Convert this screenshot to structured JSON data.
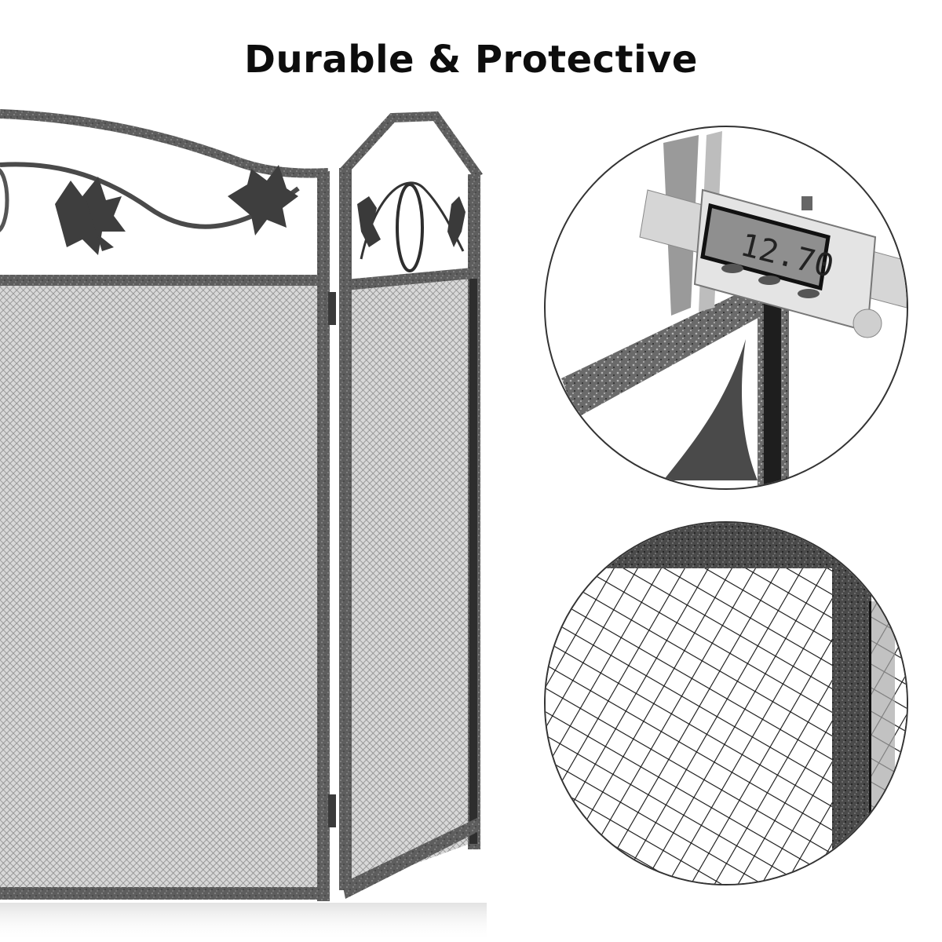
{
  "title": "Durable & Protective",
  "product": {
    "name": "3-panel fireplace screen",
    "finish_color": "#5a5a5a",
    "mesh_color": "#9a9a9a"
  },
  "detail_circles": [
    {
      "label": "caliper-measurement",
      "display_value": "12.70"
    },
    {
      "label": "mesh-closeup"
    }
  ],
  "colors": {
    "background": "#ffffff",
    "text": "#0d0d0d",
    "frame": "#5b5b5b",
    "frame_dark": "#3a3a3a",
    "circle_border": "#333333"
  }
}
